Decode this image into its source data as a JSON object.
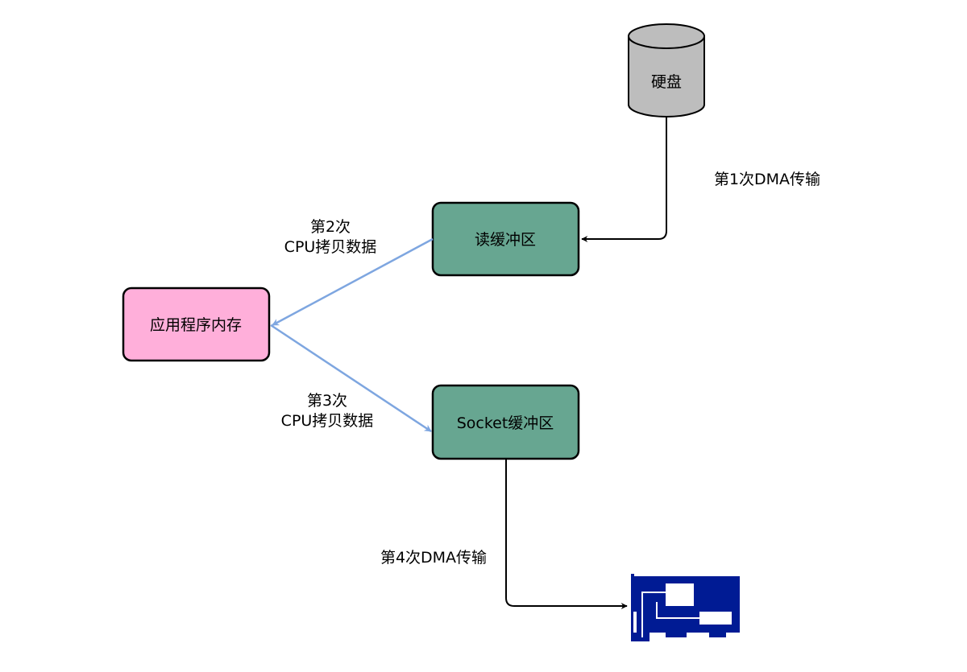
{
  "nodes": {
    "disk": {
      "label": "硬盘"
    },
    "read_buffer": {
      "label": "读缓冲区"
    },
    "app_memory": {
      "label": "应用程序内存"
    },
    "socket_buffer": {
      "label": "Socket缓冲区"
    },
    "nic": {
      "icon": "network-card-icon"
    }
  },
  "edges": {
    "dma_1": {
      "label": "第1次DMA传输"
    },
    "cpu_2": {
      "label_line1": "第2次",
      "label_line2": "CPU拷贝数据"
    },
    "cpu_3": {
      "label_line1": "第3次",
      "label_line2": "CPU拷贝数据"
    },
    "dma_4": {
      "label": "第4次DMA传输"
    }
  },
  "colors": {
    "disk_fill": "#bdbdbd",
    "buffer_fill": "#67a691",
    "app_memory_fill": "#ffafda",
    "cpu_edge": "#7ea6e0",
    "dma_edge": "#000000",
    "nic_fill": "#001b94"
  }
}
